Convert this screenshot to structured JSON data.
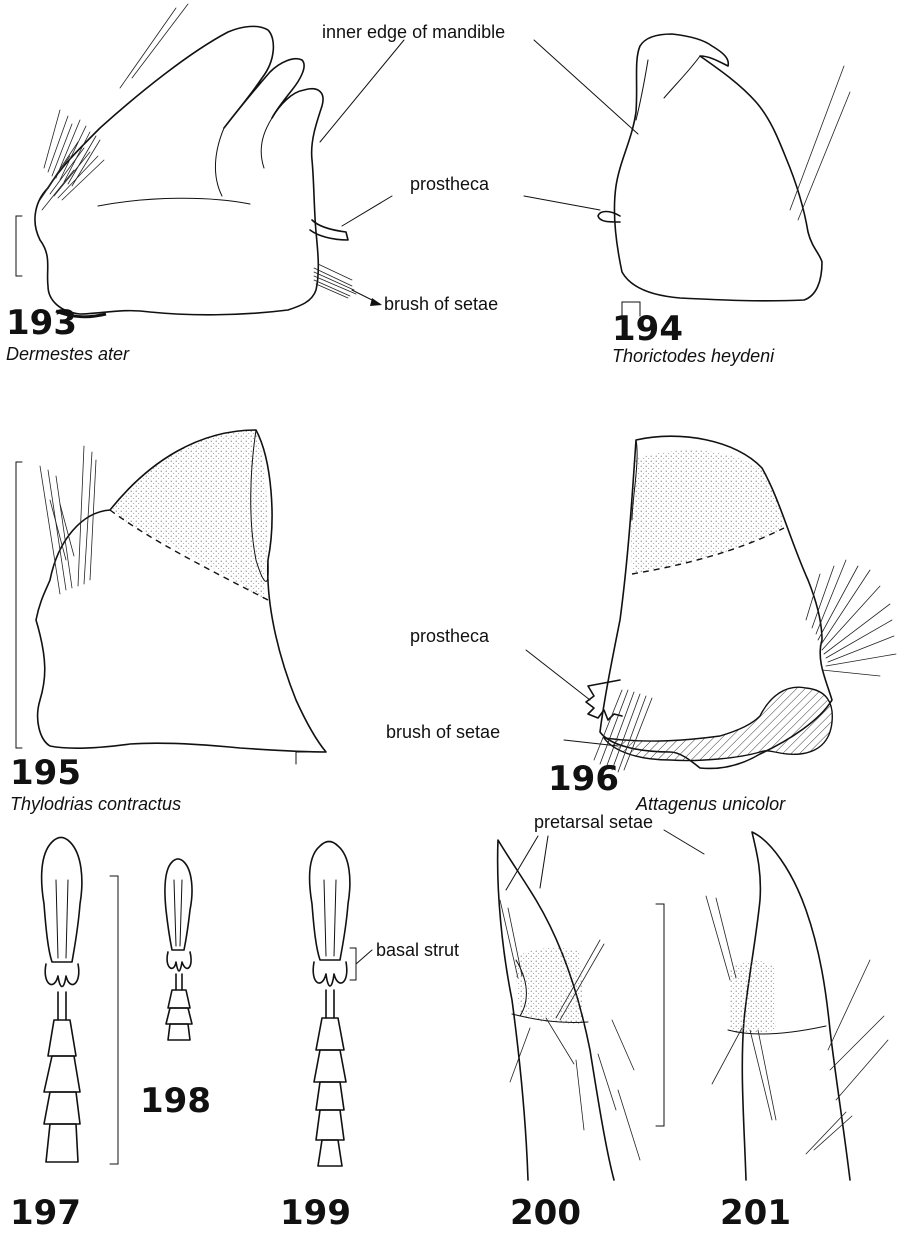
{
  "figures": {
    "f193": {
      "number": "193",
      "species": "Dermestes ater"
    },
    "f194": {
      "number": "194",
      "species": "Thorictodes heydeni"
    },
    "f195": {
      "number": "195",
      "species": "Thylodrias contractus"
    },
    "f196": {
      "number": "196",
      "species": "Attagenus unicolor"
    },
    "f197": {
      "number": "197"
    },
    "f198": {
      "number": "198"
    },
    "f199": {
      "number": "199"
    },
    "f200": {
      "number": "200"
    },
    "f201": {
      "number": "201"
    }
  },
  "labels": {
    "inner_edge": "inner edge of mandible",
    "prostheca_top": "prostheca",
    "brush_top": "brush of setae",
    "prostheca_196": "prostheca",
    "brush_196": "brush of setae",
    "basal_strut": "basal strut",
    "pretarsal_setae": "pretarsal setae"
  }
}
